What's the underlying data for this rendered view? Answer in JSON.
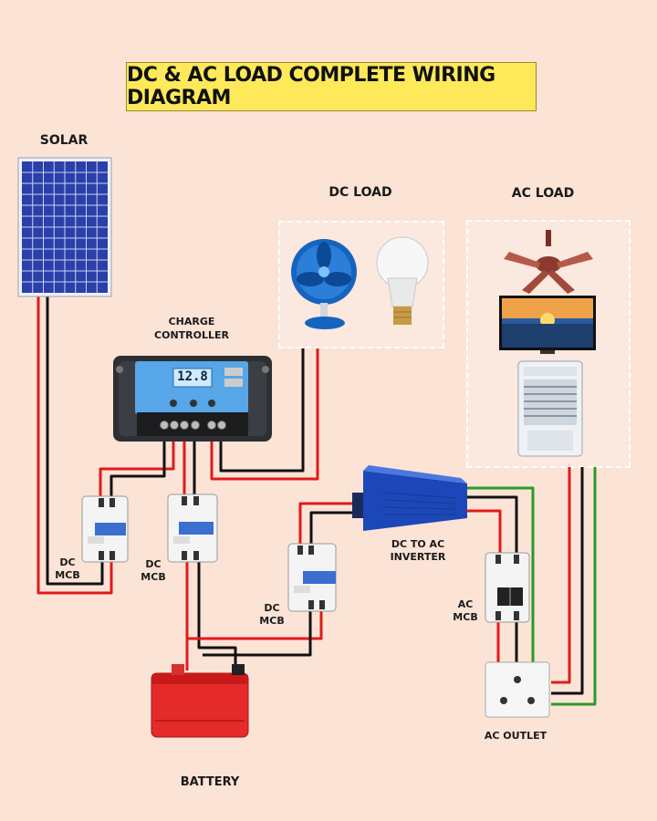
{
  "title": "DC & AC LOAD COMPLETE WIRING DIAGRAM",
  "labels": {
    "solar": "SOLAR",
    "dc_load": "DC LOAD",
    "ac_load": "AC LOAD",
    "charge_controller_1": "CHARGE",
    "charge_controller_2": "CONTROLLER",
    "controller_display": "12.8",
    "dc_mcb_1_a": "DC",
    "dc_mcb_1_b": "MCB",
    "dc_mcb_2_a": "DC",
    "dc_mcb_2_b": "MCB",
    "dc_mcb_3_a": "DC",
    "dc_mcb_3_b": "MCB",
    "inverter_a": "DC TO AC",
    "inverter_b": "INVERTER",
    "ac_mcb_a": "AC",
    "ac_mcb_b": "MCB",
    "ac_outlet": "AC OUTLET",
    "battery": "BATTERY"
  },
  "colors": {
    "background": "#fbe3d6",
    "title_bg": "#fde95a",
    "wire_positive": "#e01b1b",
    "wire_negative": "#111111",
    "wire_earth": "#2a9a2a",
    "solar_panel": "#2a3fa8",
    "battery": "#e52a2a",
    "inverter": "#1f4fc4"
  }
}
